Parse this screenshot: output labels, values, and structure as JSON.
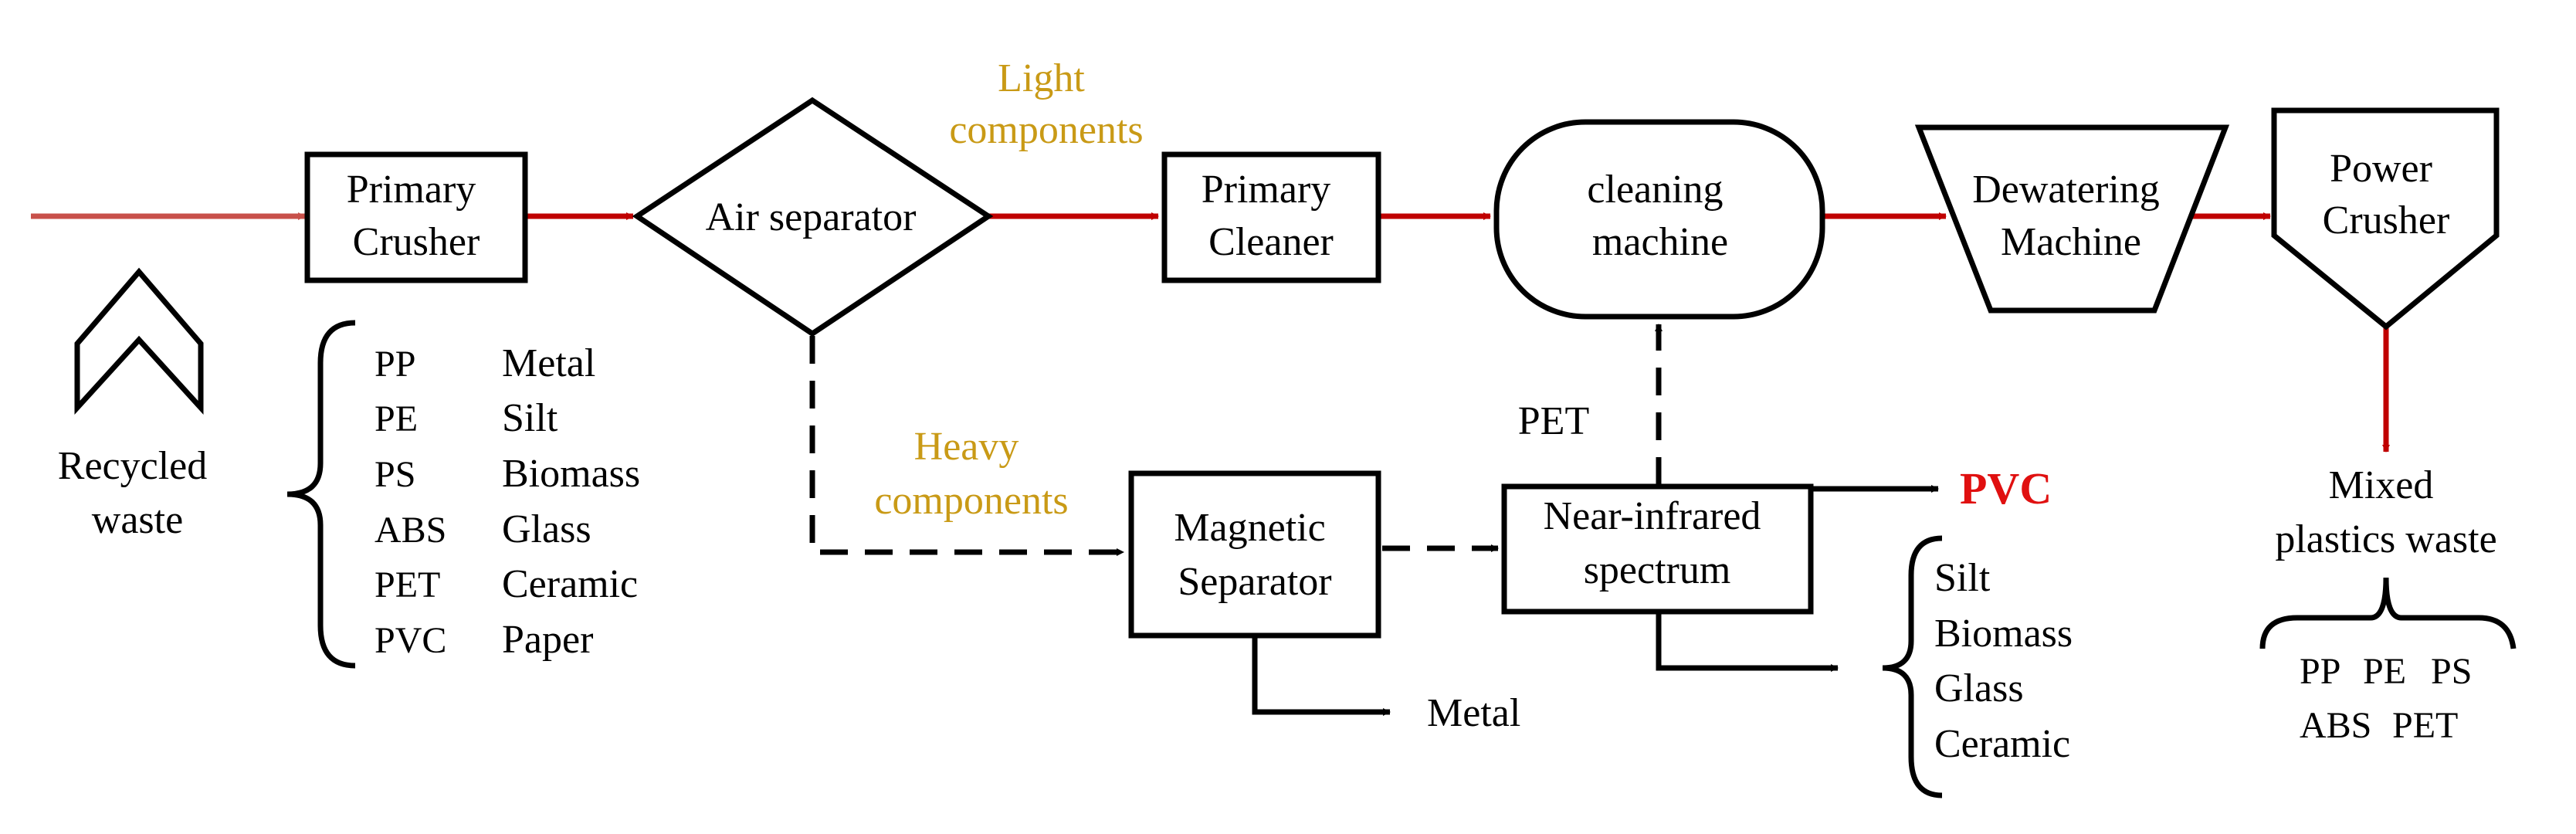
{
  "nodes": {
    "recycled_waste": [
      "Recycled",
      "waste"
    ],
    "primary_crusher": [
      "Primary",
      "Crusher"
    ],
    "air_separator": "Air separator",
    "primary_cleaner": [
      "Primary",
      "Cleaner"
    ],
    "cleaning_machine": [
      "cleaning",
      "machine"
    ],
    "dewatering_machine": [
      "Dewatering",
      "Machine"
    ],
    "power_crusher": [
      "Power",
      "Crusher"
    ],
    "magnetic_separator": [
      "Magnetic",
      "Separator"
    ],
    "near_infrared": [
      "Near-infrared",
      "spectrum"
    ]
  },
  "edge_labels": {
    "light_components": [
      "Light",
      "components"
    ],
    "heavy_components": [
      "Heavy",
      "components"
    ],
    "pet": "PET",
    "pvc": "PVC",
    "metal": "Metal"
  },
  "waste_composition": {
    "plastics": [
      "PP",
      "PE",
      "PS",
      "ABS",
      "PET",
      "PVC"
    ],
    "others": [
      "Metal",
      "Silt",
      "Biomass",
      "Glass",
      "Ceramic",
      "Paper"
    ]
  },
  "residue_list": [
    "Silt",
    "Biomass",
    "Glass",
    "Ceramic"
  ],
  "output": {
    "title": [
      "Mixed",
      "plastics waste"
    ],
    "row1": [
      "PP",
      "PE",
      "PS"
    ],
    "row2": [
      "ABS",
      "PET"
    ]
  },
  "colors": {
    "main_flow": "#c00000",
    "component_label": "#c99a16",
    "pvc_label": "#e01010"
  }
}
